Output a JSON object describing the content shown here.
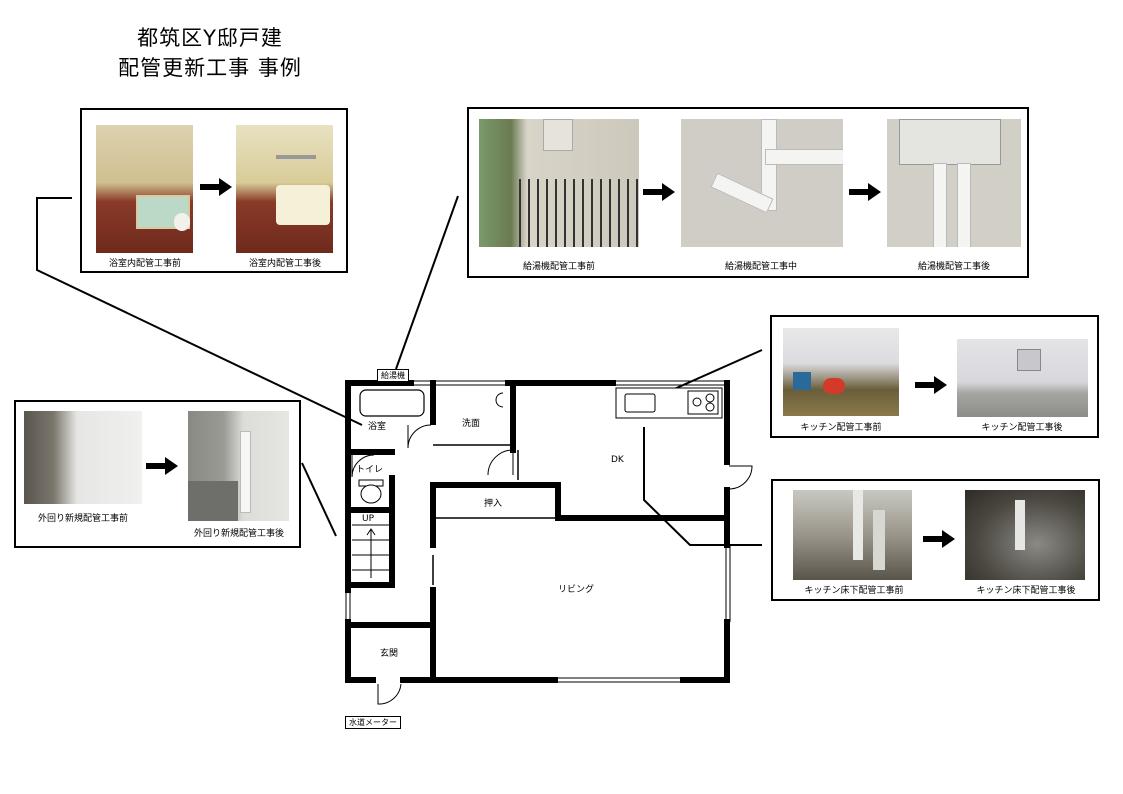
{
  "title": {
    "line1": "都筑区Y邸戸建",
    "line2": "配管更新工事  事例"
  },
  "panels": {
    "bath": {
      "before": "浴室内配管工事前",
      "after": "浴室内配管工事後"
    },
    "heater": {
      "before": "給湯機配管工事前",
      "during": "給湯機配管工事中",
      "after": "給湯機配管工事後"
    },
    "exterior": {
      "before": "外回り新規配管工事前",
      "after": "外回り新規配管工事後"
    },
    "kitchen": {
      "before": "キッチン配管工事前",
      "after": "キッチン配管工事後"
    },
    "kitchen_floor": {
      "before": "キッチン床下配管工事前",
      "after": "キッチン床下配管工事後"
    }
  },
  "floorplan": {
    "heater_tag": "給湯機",
    "water_meter_tag": "水道メーター",
    "rooms": {
      "bathroom": "浴室",
      "washroom": "洗面",
      "toilet": "トイレ",
      "stairs_up": "UP",
      "closet": "押入",
      "dk": "DK",
      "living": "リビング",
      "entrance": "玄関"
    }
  }
}
